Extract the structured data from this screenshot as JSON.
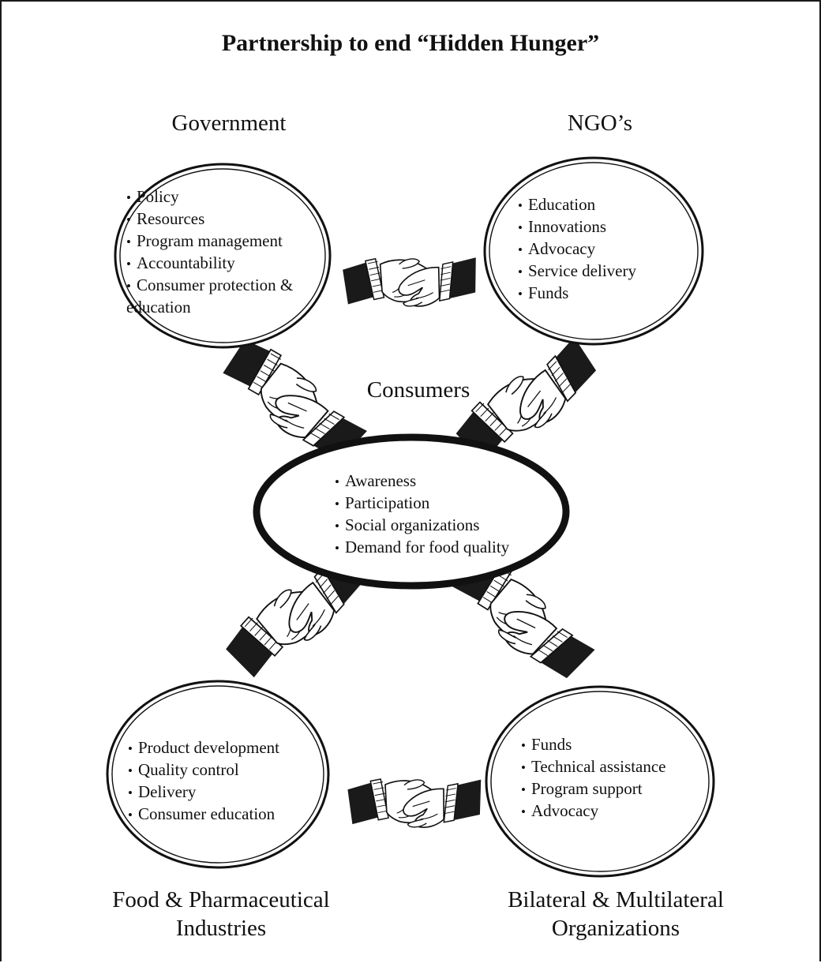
{
  "title": "Partnership to end “Hidden Hunger”",
  "nodes": {
    "government": {
      "label": "Government",
      "items": [
        "Policy",
        "Resources",
        "Program management",
        "Accountability",
        "Consumer protection & education"
      ]
    },
    "ngos": {
      "label": "NGO’s",
      "items": [
        "Education",
        "Innovations",
        "Advocacy",
        "Service delivery",
        "Funds"
      ]
    },
    "consumers": {
      "label": "Consumers",
      "items": [
        "Awareness",
        "Participation",
        "Social organizations",
        "Demand for food quality"
      ]
    },
    "industries": {
      "label_line1": "Food & Pharmaceutical",
      "label_line2": "Industries",
      "items": [
        "Product development",
        "Quality control",
        "Delivery",
        "Consumer education"
      ]
    },
    "organizations": {
      "label_line1": "Bilateral & Multilateral",
      "label_line2": "Organizations",
      "items": [
        "Funds",
        "Technical assistance",
        "Program support",
        "Advocacy"
      ]
    }
  },
  "connectors": [
    {
      "from": "Government",
      "to": "NGO’s",
      "icon": "handshake-icon"
    },
    {
      "from": "Government",
      "to": "Consumers",
      "icon": "handshake-icon"
    },
    {
      "from": "NGO’s",
      "to": "Consumers",
      "icon": "handshake-icon"
    },
    {
      "from": "Food & Pharmaceutical Industries",
      "to": "Consumers",
      "icon": "handshake-icon"
    },
    {
      "from": "Bilateral & Multilateral Organizations",
      "to": "Consumers",
      "icon": "handshake-icon"
    },
    {
      "from": "Food & Pharmaceutical Industries",
      "to": "Bilateral & Multilateral Organizations",
      "icon": "handshake-icon"
    }
  ],
  "colors": {
    "ink": "#111111",
    "cuff": "#1a1a1a",
    "skin": "#ffffff",
    "paper": "#ffffff"
  }
}
